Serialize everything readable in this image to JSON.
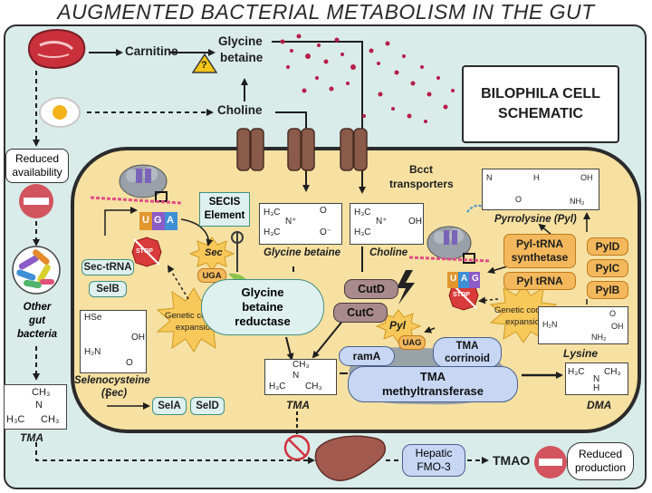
{
  "title": "AUGMENTED BACTERIAL METABOLISM IN THE GUT",
  "nodes": {
    "carnitine": "Carnitine",
    "glycine_betaine_line1": "Glycine",
    "glycine_betaine_line2": "betaine",
    "choline": "Choline",
    "bilophila_line1": "BILOPHILA CELL",
    "bilophila_line2": "SCHEMATIC",
    "reduced_availability_line1": "Reduced",
    "reduced_availability_line2": "availability",
    "other_gut_bacteria_line1": "Other",
    "other_gut_bacteria_line2": "gut",
    "other_gut_bacteria_line3": "bacteria",
    "tma_left_label": "TMA",
    "bcct_line1": "Bcct",
    "bcct_line2": "transporters",
    "secis_line1": "SECIS",
    "secis_line2": "Element",
    "sec_label": "Sec",
    "uga_small": "UGA",
    "sec_trna": "Sec-tRNA",
    "selb": "SelB",
    "sela": "SelA",
    "seld": "SelD",
    "selenocysteine_line1": "Selenocysteine",
    "selenocysteine_line2": "(Sec)",
    "genetic_code_line1": "Genetic code",
    "genetic_code_line2": "expansion",
    "gbr_line1": "Glycine",
    "gbr_line2": "betaine",
    "gbr_line3": "reductase",
    "glycine_betaine_mol_label": "Glycine betaine",
    "choline_mol_label": "Choline",
    "cutd": "CutD",
    "cutc": "CutC",
    "tma_center_label": "TMA",
    "rama": "ramA",
    "pyl_label": "Pyl",
    "uag_small": "UAG",
    "tma_corrinoid_line1": "TMA",
    "tma_corrinoid_line2": "corrinoid",
    "tma_mt_line1": "TMA",
    "tma_mt_line2": "methyltransferase",
    "dma_label": "DMA",
    "pyrrolysine_label": "Pyrrolysine (Pyl)",
    "pyl_trna_synth_line1": "Pyl-tRNA",
    "pyl_trna_synth_line2": "synthetase",
    "pyl_trna": "Pyl tRNA",
    "pyld": "PylD",
    "pylc": "PylC",
    "pylb": "PylB",
    "lysine_label": "Lysine",
    "hepatic_line1": "Hepatic",
    "hepatic_line2": "FMO-3",
    "tmao": "TMAO",
    "reduced_production_line1": "Reduced",
    "reduced_production_line2": "production",
    "stop_text": "STOP",
    "warning_glyph": "?",
    "codon_left": [
      "U",
      "G",
      "A"
    ],
    "codon_right": [
      "U",
      "A",
      "G"
    ],
    "chem": {
      "h3c": "H₃C",
      "ch3": "CH₃",
      "n": "N",
      "nplus": "N⁺",
      "h": "H",
      "oh": "OH",
      "o": "O",
      "ominus": "O⁻",
      "hse": "HSe",
      "h2n": "H₂N",
      "nh2": "NH₂"
    }
  },
  "colors": {
    "panel_bg": "#d9ecea",
    "cell_bg": "#f6e1a2",
    "membrane_protein": "#8a5a4a",
    "orange_pill": "#f3b85b",
    "blue_enzyme": "#c6d6f3",
    "green_enzyme": "#dff1ee",
    "grey_enzyme": "#a88a8d",
    "no_symbol": "#d2545f",
    "dots": "#b81d4a"
  }
}
